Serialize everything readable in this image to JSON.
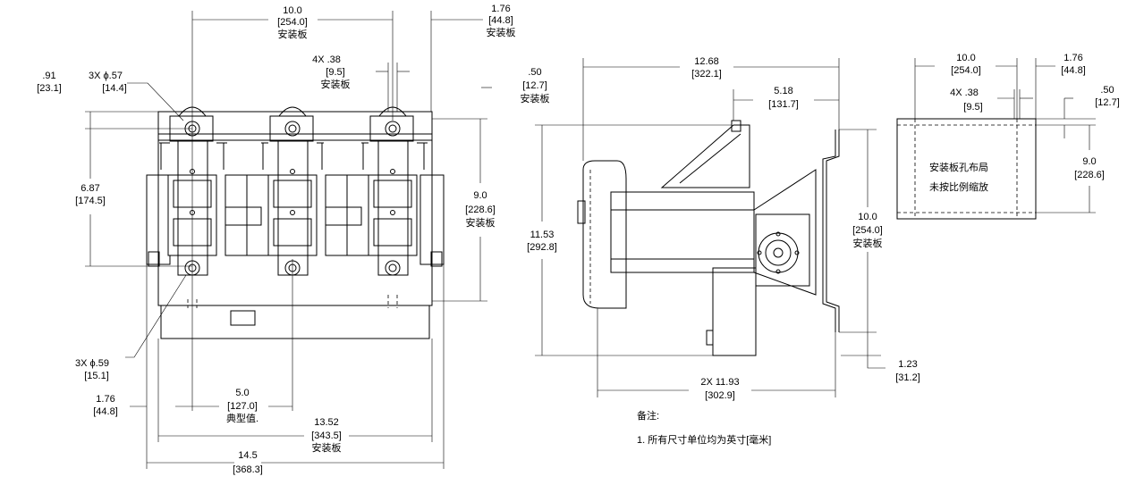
{
  "front_view": {
    "dim_top_width": [
      "10.0",
      "[254.0]",
      "安装板"
    ],
    "dim_top_right": [
      "1.76",
      "[44.8]",
      "安装板"
    ],
    "dim_slot": [
      "4X  .38",
      "[9.5]",
      "安装板"
    ],
    "dim_left_offset": [
      ".91",
      "[23.1]"
    ],
    "dim_top_holes": [
      "3X ϕ.57",
      "[14.4]"
    ],
    "dim_vertical": [
      "6.87",
      "[174.5]"
    ],
    "dim_right_vertical": [
      "9.0",
      "[228.6]",
      "安装板"
    ],
    "dim_bottom_holes": [
      "3X ϕ.59",
      "[15.1]"
    ],
    "dim_bottom_left": [
      "1.76",
      "[44.8]"
    ],
    "dim_pitch": [
      "5.0",
      "[127.0]",
      "典型值."
    ],
    "dim_plate_width": [
      "13.52",
      "[343.5]",
      "安装板"
    ],
    "dim_overall_width": [
      "14.5",
      "[368.3]"
    ]
  },
  "side_view": {
    "dim_top_left": [
      ".50",
      "[12.7]",
      "安装板"
    ],
    "dim_depth": [
      "12.68",
      "[322.1]"
    ],
    "dim_depth_inner": [
      "5.18",
      "[131.7]"
    ],
    "dim_height": [
      "11.53",
      "[292.8]"
    ],
    "dim_plate_height": [
      "10.0",
      "[254.0]",
      "安装板"
    ],
    "dim_bottom_right": [
      "1.23",
      "[31.2]"
    ],
    "dim_bottom_width": [
      "2X  11.93",
      "[302.9]"
    ]
  },
  "hole_layout": {
    "dim_width": [
      "10.0",
      "[254.0]"
    ],
    "dim_right": [
      "1.76",
      "[44.8]"
    ],
    "dim_slot": [
      "4X  .38",
      "[9.5]"
    ],
    "dim_top": [
      ".50",
      "[12.7]"
    ],
    "dim_height": [
      "9.0",
      "[228.6]"
    ],
    "label_line1": "安装板孔布局",
    "label_line2": "未按比例缩放"
  },
  "notes": {
    "title": "备注:",
    "item1": "1. 所有尺寸单位均为英寸[毫米]"
  }
}
